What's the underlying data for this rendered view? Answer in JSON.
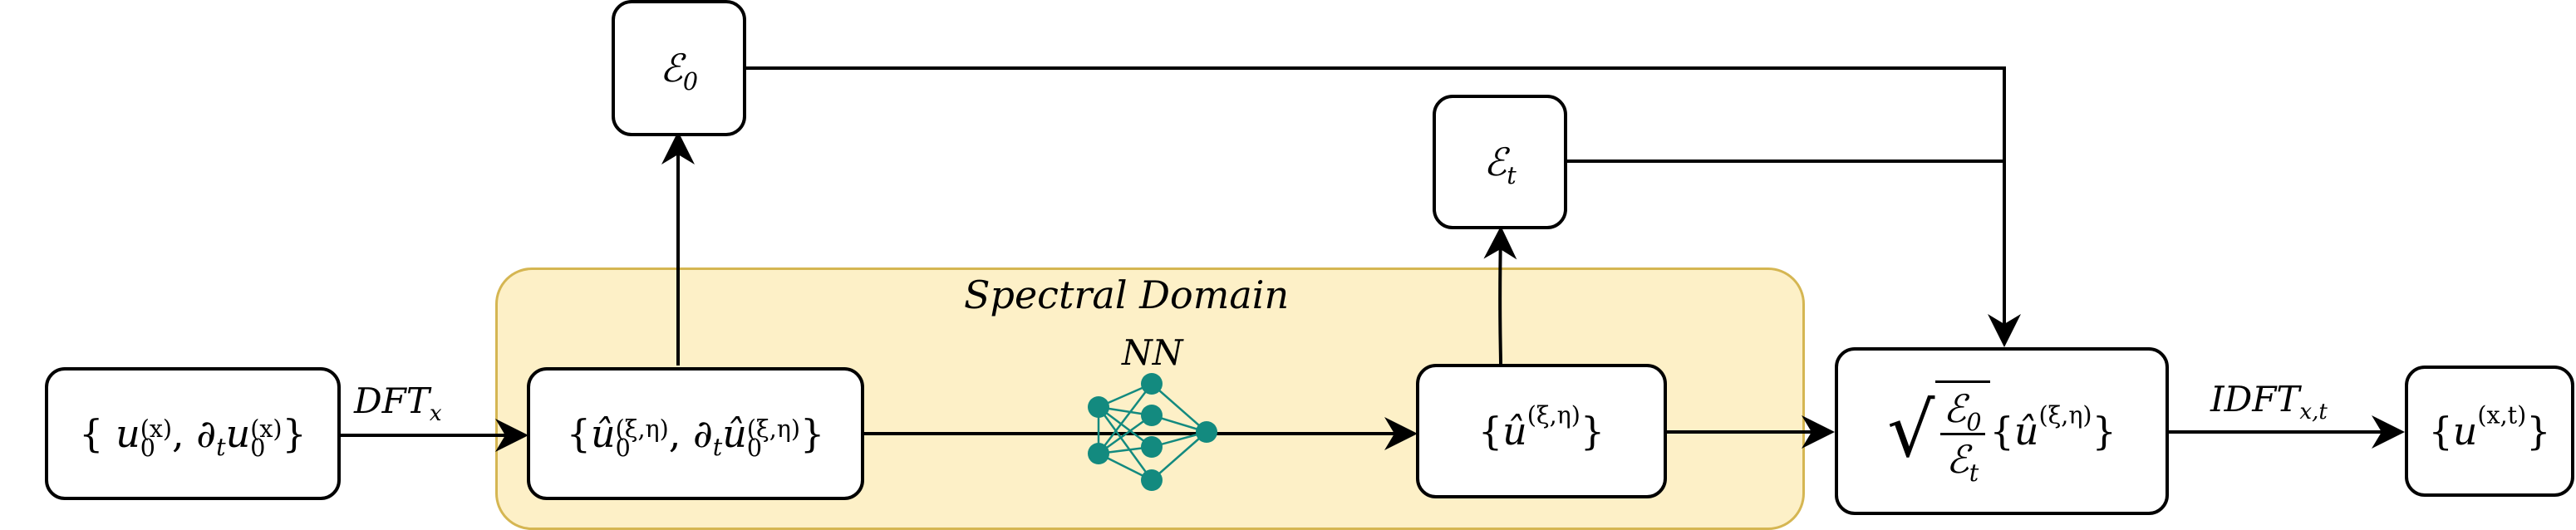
{
  "diagram": {
    "region_label": "Spectral Domain",
    "nn_label": "NN",
    "edge_dft": "DFT",
    "edge_dft_sub": "x",
    "edge_idft": "IDFT",
    "edge_idft_sub": "x,t",
    "nodes": {
      "input": {
        "u": "u",
        "sub0": "0",
        "sup_x": "(x)",
        "dt": "∂",
        "t": "t"
      },
      "spectral_init": {
        "sup": "(ξ,η)",
        "sub0": "0"
      },
      "energy0": {
        "E": "ℰ",
        "sub": "0"
      },
      "energy_t": {
        "E": "ℰ",
        "sub": "t"
      },
      "spectral_pred": {
        "sup": "(ξ,η)"
      },
      "scaled": {
        "E": "ℰ",
        "num_sub": "0",
        "den_sub": "t",
        "sup": "(ξ,η)"
      },
      "output": {
        "u": "u",
        "sup": "(x,t)"
      }
    },
    "colors": {
      "region_fill": "#fdf0c7",
      "region_border": "#d5b652",
      "nn": "#138a7f"
    }
  }
}
